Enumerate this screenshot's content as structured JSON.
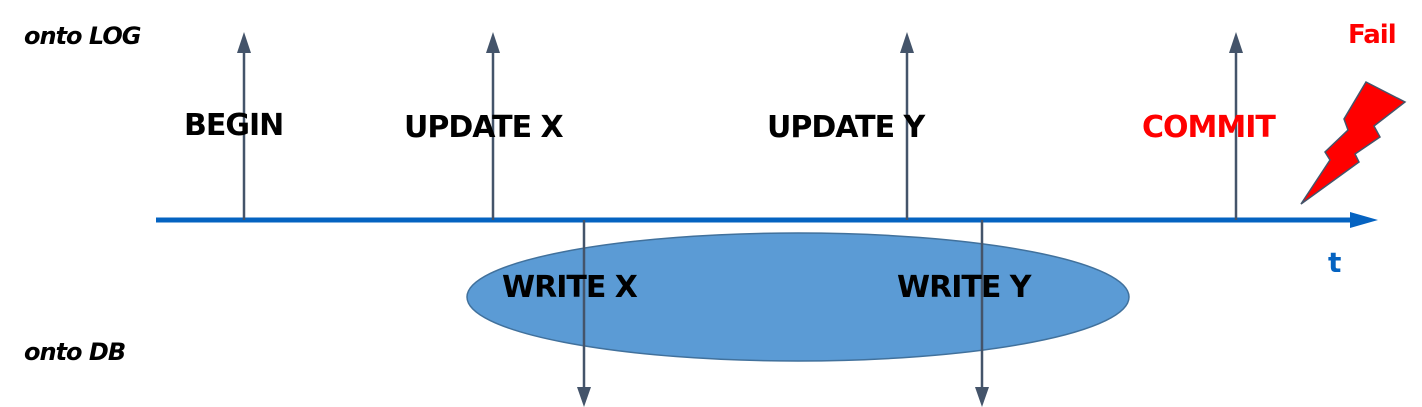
{
  "labels": {
    "log_side": "onto LOG",
    "db_side": "onto DB",
    "time_axis": "t",
    "fail": "Fail"
  },
  "log_events": [
    {
      "label": "BEGIN",
      "color": "#000000"
    },
    {
      "label": "UPDATE X",
      "color": "#000000"
    },
    {
      "label": "UPDATE Y",
      "color": "#000000"
    },
    {
      "label": "COMMIT",
      "color": "#ff0000"
    }
  ],
  "db_events": [
    {
      "label": "WRITE X"
    },
    {
      "label": "WRITE Y"
    }
  ],
  "colors": {
    "timeline": "#0563c1",
    "arrow": "#44546a",
    "ellipse_fill": "#5b9bd5",
    "ellipse_stroke": "#41719c",
    "fail": "#ff0000"
  }
}
